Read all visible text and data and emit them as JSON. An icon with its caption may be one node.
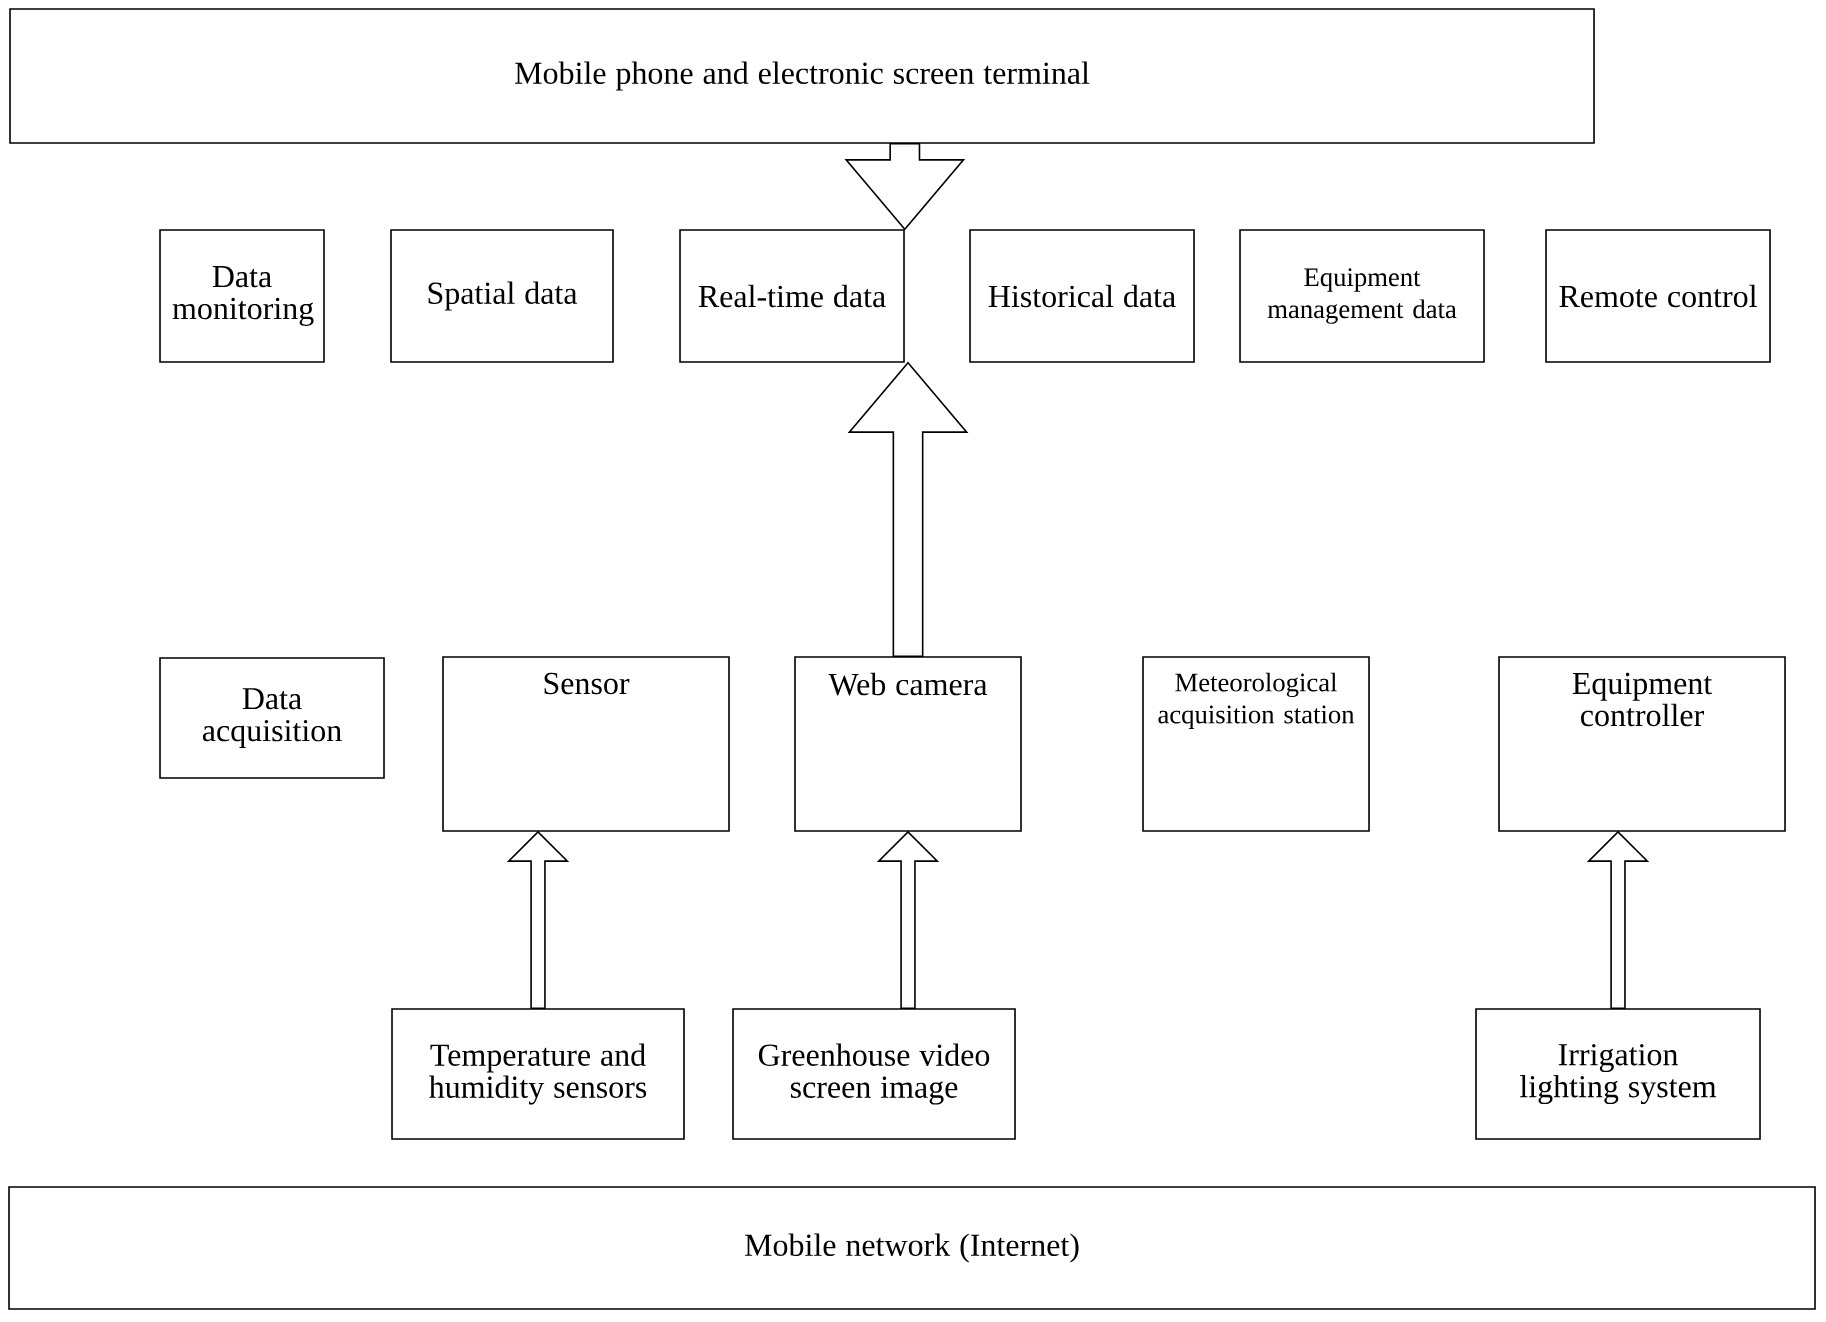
{
  "diagram": {
    "nodes": [
      {
        "text": [
          "Mobile phone and electronic screen terminal"
        ]
      },
      {
        "text": [
          "Data monitoring"
        ]
      },
      {
        "text": [
          "Spatial data"
        ]
      },
      {
        "text": [
          "Real-time data"
        ]
      },
      {
        "text": [
          "Historical data"
        ]
      },
      {
        "text": [
          "Equipment management data"
        ]
      },
      {
        "text": [
          "Remote control"
        ]
      },
      {
        "text": [
          "Data acquisition"
        ]
      },
      {
        "text": [
          "Sensor"
        ]
      },
      {
        "text": [
          "Web camera"
        ]
      },
      {
        "text": [
          "Meteorological acquisition station"
        ]
      },
      {
        "text": [
          "Equipment controller"
        ]
      },
      {
        "text": [
          "Temperature and humidity sensors"
        ]
      },
      {
        "text": [
          "Greenhouse video screen image"
        ]
      },
      {
        "text": [
          "Irrigation lighting system"
        ]
      },
      {
        "text": [
          "Mobile network (Internet)"
        ]
      }
    ],
    "edges": [
      {
        "from": 0,
        "to": 3,
        "arrow": "to"
      },
      {
        "from": 9,
        "to": 3,
        "arrow": "to"
      },
      {
        "from": 12,
        "to": 8,
        "arrow": "to"
      },
      {
        "from": 13,
        "to": 9,
        "arrow": "to"
      },
      {
        "from": 14,
        "to": 11,
        "arrow": "to"
      }
    ]
  }
}
